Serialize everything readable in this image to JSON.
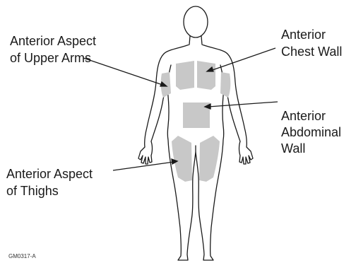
{
  "labels": {
    "upper_arms": {
      "line1": "Anterior Aspect",
      "line2": "of Upper Arms"
    },
    "chest": {
      "line1": "Anterior",
      "line2": "Chest Wall"
    },
    "abdomen": {
      "line1": "Anterior",
      "line2": "Abdominal",
      "line3": "Wall"
    },
    "thighs": {
      "line1": "Anterior Aspect",
      "line2": "of Thighs"
    }
  },
  "figure_code": "GM0317-A",
  "colors": {
    "outline": "#1a1a1a",
    "site_fill": "#c8c8c8",
    "background": "#ffffff"
  }
}
